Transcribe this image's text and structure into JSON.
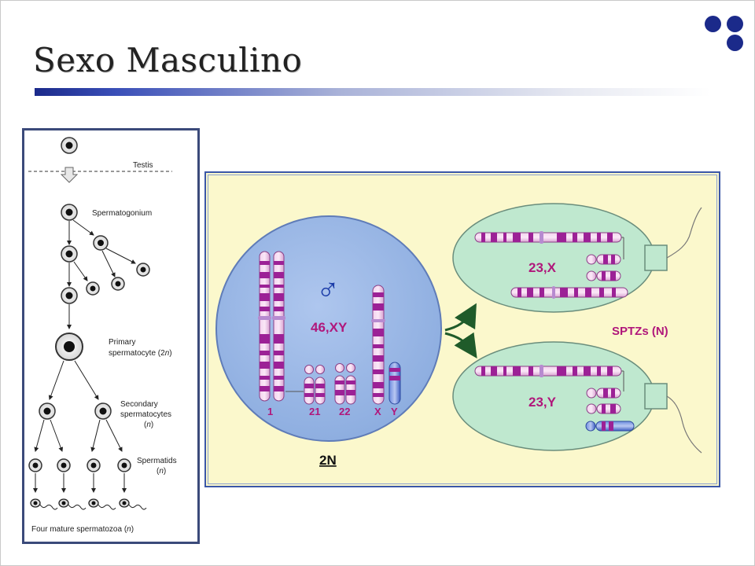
{
  "slide": {
    "title": "Sexo Masculino"
  },
  "colors": {
    "title_bar_start": "#1b2a8a",
    "accent_dots": "#1b2a8a",
    "cell_blue": "#9fbbe8",
    "sperm_green": "#bfe8cf",
    "panel_yellow": "#fbf8cc",
    "label_pink": "#b0177b"
  },
  "spermatogenesis": {
    "testis": "Testis",
    "spermatogonium": "Spermatogonium",
    "primary_line1": "Primary",
    "primary_line2": "spermatocyte (2",
    "primary_n": "n",
    "primary_close": ")",
    "secondary_line1": "Secondary",
    "secondary_line2": "spermatocytes",
    "secondary_line3_open": "(",
    "secondary_line3_n": "n",
    "secondary_line3_close": ")",
    "spermatids_line1": "Spermatids",
    "spermatids_line2_open": "(",
    "spermatids_line2_n": "n",
    "spermatids_line2_close": ")",
    "mature_prefix": "Four mature spermatozoa (",
    "mature_n": "n",
    "mature_suffix": ")"
  },
  "karyotype": {
    "male_symbol": "♂",
    "diploid_label": "46,XY",
    "chrom_1": "1",
    "chrom_21": "21",
    "chrom_22": "22",
    "chrom_x": "X",
    "chrom_y": "Y",
    "ploidy_label": "2N",
    "sperm_x_label": "23,X",
    "sperm_y_label": "23,Y",
    "sptz_label": "SPTZs (N)"
  }
}
